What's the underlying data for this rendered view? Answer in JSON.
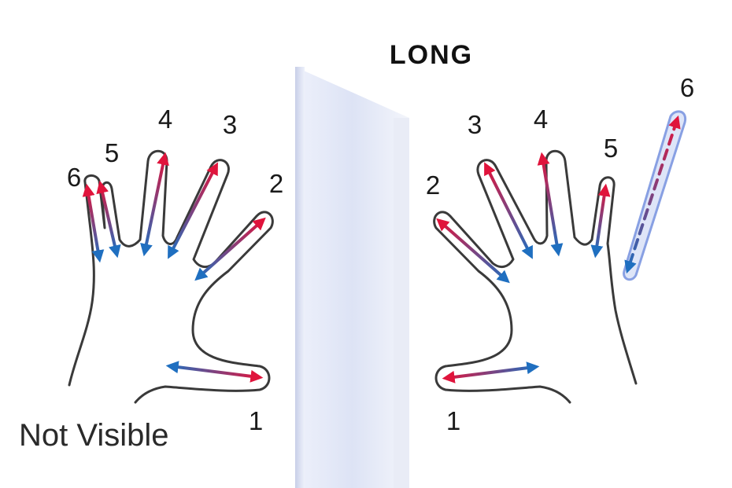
{
  "title": "LONG",
  "caption": "Not Visible",
  "left_hand": {
    "labels": [
      "1",
      "2",
      "3",
      "4",
      "5",
      "6"
    ]
  },
  "right_hand": {
    "labels": [
      "1",
      "2",
      "3",
      "4",
      "5",
      "6"
    ]
  },
  "colors": {
    "red": "#e0143c",
    "blue": "#1f6fc0",
    "mirror": "#dfe5f6",
    "outline": "#3a3a3a"
  }
}
